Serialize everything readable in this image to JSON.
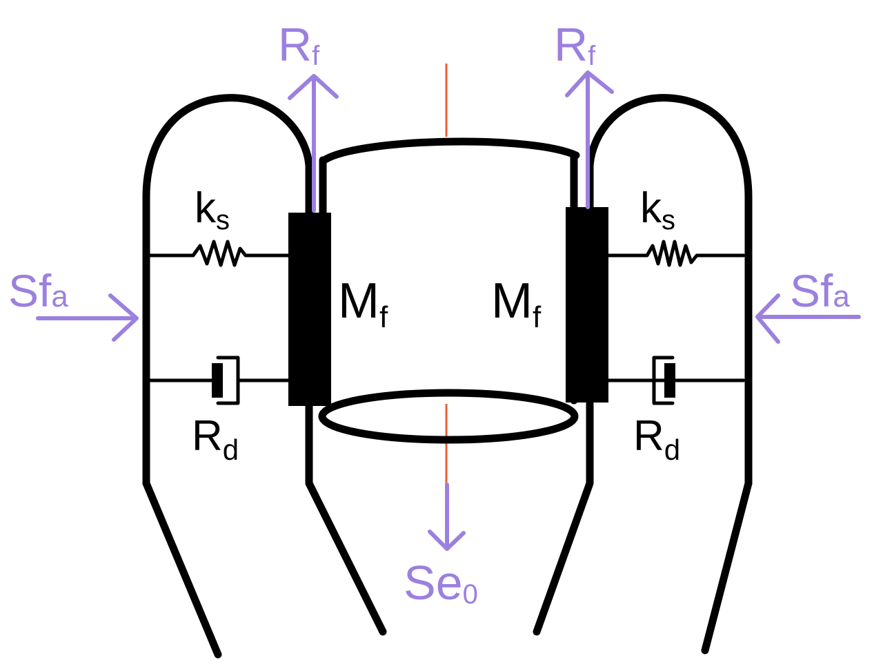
{
  "labels": {
    "rf_base": "R",
    "rf_sub": "f",
    "ks_base": "k",
    "ks_sub": "s",
    "sfa_base": "Sf",
    "sfa_sub": "a",
    "mf_base": "M",
    "mf_sub": "f",
    "rd_base": "R",
    "rd_sub": "d",
    "se_base": "Se",
    "se_sub": "0"
  },
  "colors": {
    "ink": "#000000",
    "flow": "#9b80e0",
    "axis": "#e8603a",
    "background": "#ffffff"
  }
}
